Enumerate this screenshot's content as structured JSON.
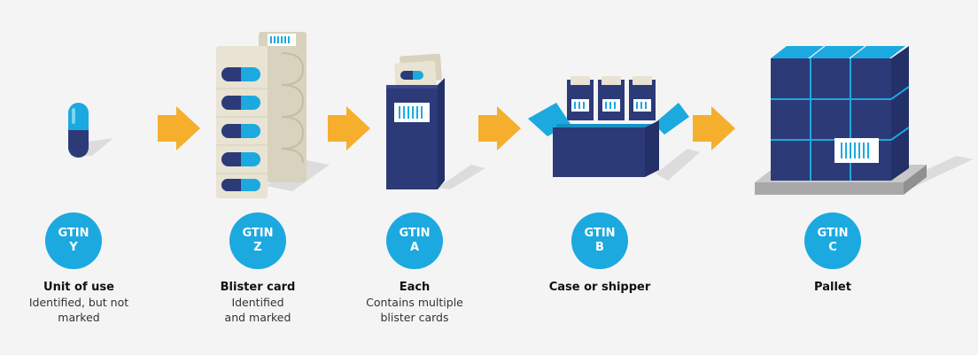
{
  "colors": {
    "badge": "#1ca9e0",
    "arrow": "#f6ae2d",
    "navy": "#2d3a78",
    "card": "#e8e3d2",
    "pill_blue": "#1ca9e0",
    "pallet": "#b8b8b8"
  },
  "steps": [
    {
      "badge_line1": "GTIN",
      "badge_line2": "Y",
      "title": "Unit of use",
      "sub1": "Identified, but not",
      "sub2": "marked",
      "icon": "capsule-icon"
    },
    {
      "badge_line1": "GTIN",
      "badge_line2": "Z",
      "title": "Blister card",
      "sub1": "Identified",
      "sub2": "and marked",
      "icon": "blister-card-icon"
    },
    {
      "badge_line1": "GTIN",
      "badge_line2": "A",
      "title": "Each",
      "sub1": "Contains multiple",
      "sub2": "blister cards",
      "icon": "carton-icon"
    },
    {
      "badge_line1": "GTIN",
      "badge_line2": "B",
      "title": "Case or shipper",
      "sub1": "",
      "sub2": "",
      "icon": "open-box-icon"
    },
    {
      "badge_line1": "GTIN",
      "badge_line2": "C",
      "title": "Pallet",
      "sub1": "",
      "sub2": "",
      "icon": "pallet-icon"
    }
  ]
}
